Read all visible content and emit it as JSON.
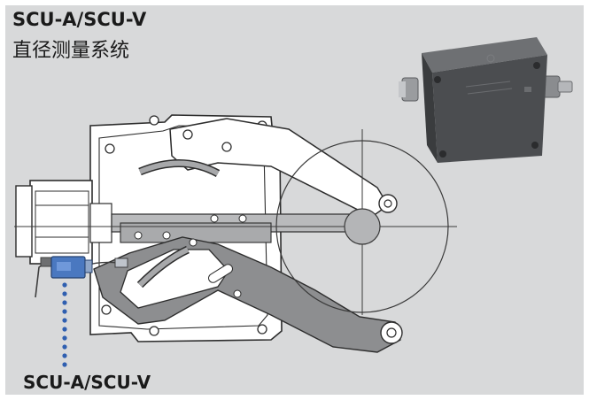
{
  "title": {
    "product": "SCU-A/SCU-V",
    "subtitle": "直径测量系统"
  },
  "bottom_label": "SCU-A/SCU-V",
  "colors": {
    "panel_background": "#d8d9da",
    "housing_dark": "#4b4d50",
    "sensor_blue": "#4a78c0",
    "dotted_line": "#2f5fb0",
    "mechanism_fill": "#ffffff",
    "arm_gray": "#8d8e90"
  },
  "icons": {
    "sensor": "sensor-icon",
    "control-unit": "control-unit-box-icon"
  }
}
